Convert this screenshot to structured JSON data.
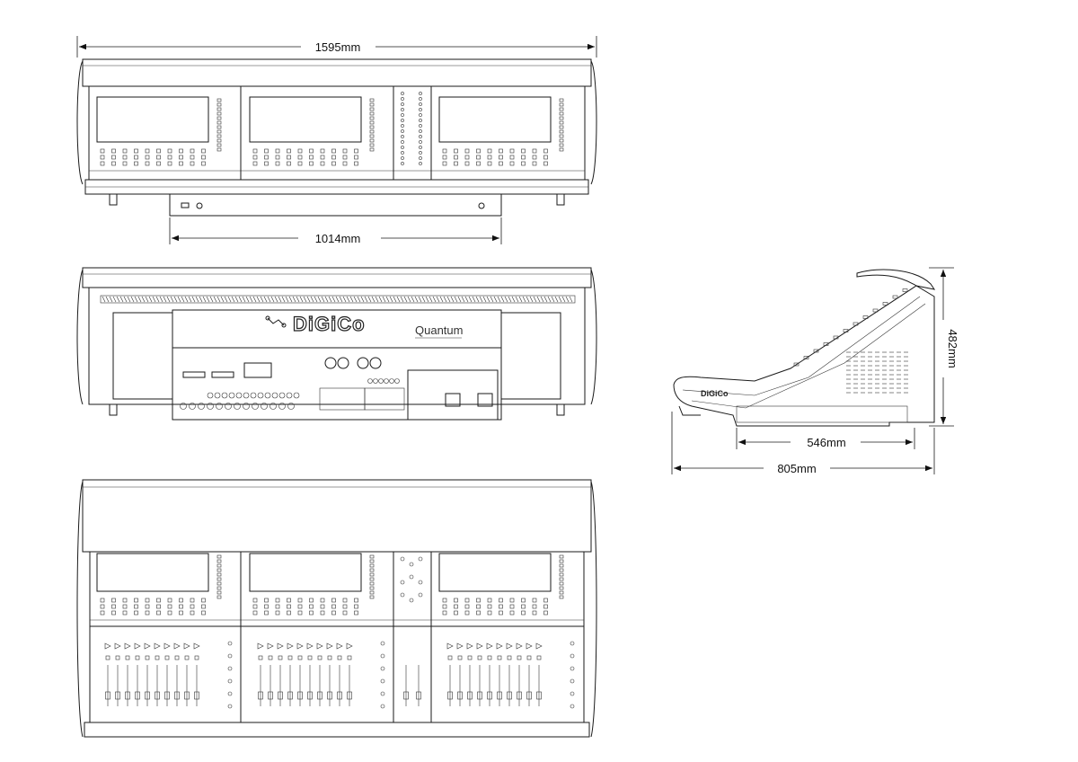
{
  "dimensions": {
    "top_width": "1595mm",
    "base_width": "1014mm",
    "side_height": "482mm",
    "side_base_depth": "546mm",
    "side_depth": "805mm"
  },
  "branding": {
    "logo_text": "DiGiCo",
    "model_text": "Quantum"
  },
  "colors": {
    "line": "#1a1a1a",
    "background": "#ffffff"
  }
}
